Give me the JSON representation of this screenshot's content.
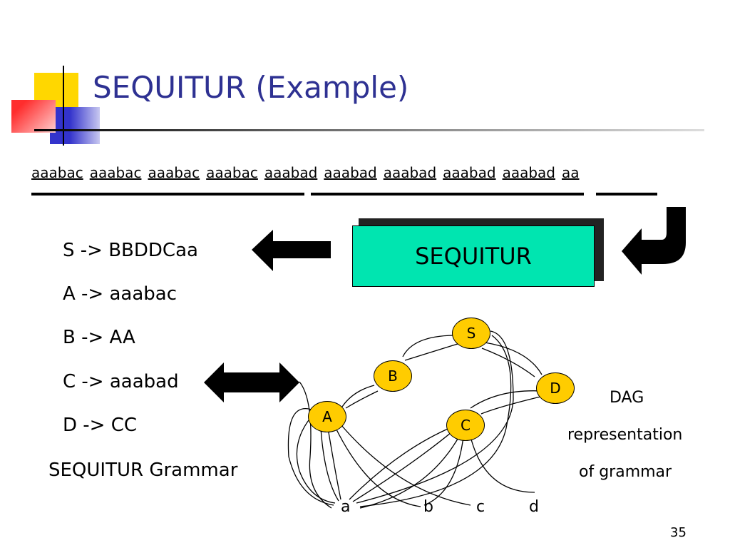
{
  "title": "SEQUITUR (Example)",
  "tokens": [
    "aaabac",
    "aaabac",
    "aaabac",
    "aaabac",
    "aaabad",
    "aaabad",
    "aaabad",
    "aaabad",
    "aaabad",
    "aa"
  ],
  "grammar": {
    "rules": [
      "S -> BBDDCaa",
      "A -> aaabac",
      "B -> AA",
      "C -> aaabad",
      "D -> CC"
    ],
    "caption": "SEQUITUR Grammar"
  },
  "sequitur_box": {
    "label": "SEQUITUR",
    "color": "#00e5b0"
  },
  "dag": {
    "label_lines": [
      "DAG",
      "representation",
      "of grammar"
    ],
    "nonterminals": [
      "S",
      "B",
      "D",
      "A",
      "C"
    ],
    "terminals": [
      "a",
      "b",
      "c",
      "d"
    ],
    "node_color": "#ffcc00"
  },
  "page_number": "35",
  "colors": {
    "title": "#2e3192",
    "accent_yellow": "#ffcc00",
    "accent_blue": "#3333cc",
    "accent_red": "#ff3333"
  }
}
